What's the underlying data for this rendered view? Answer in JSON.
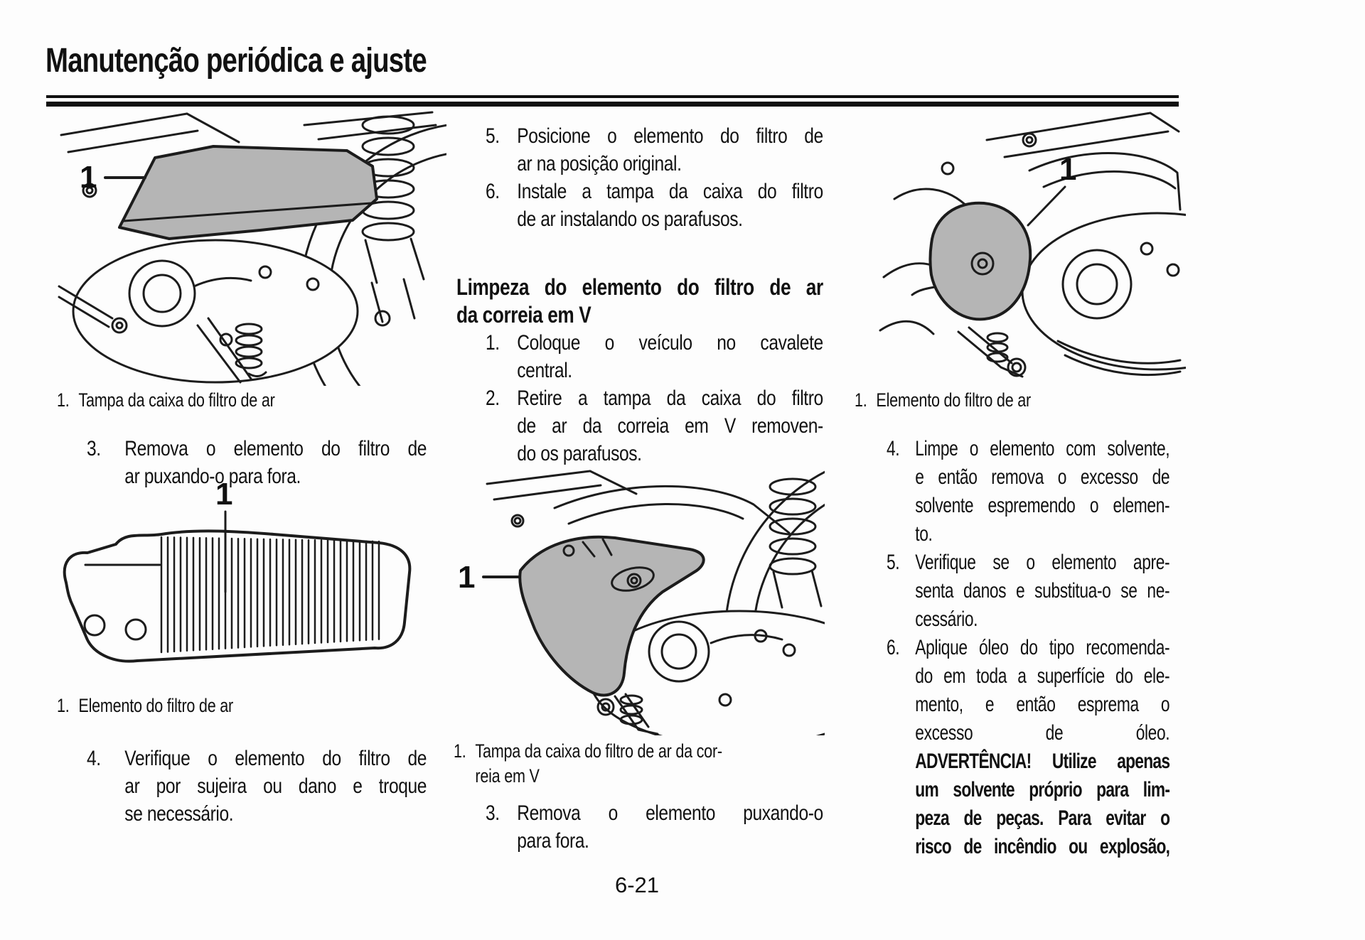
{
  "page": {
    "title": "Manutenção periódica e ajuste",
    "page_number": "6-21"
  },
  "left": {
    "fig1_label": "1",
    "fig1_caption_num": "1.",
    "fig1_caption": "Tampa da caixa do filtro de ar",
    "step3": {
      "num": "3.",
      "lines": [
        "Remova o elemento do filtro de",
        "ar puxando-o para fora."
      ]
    },
    "fig2_label": "1",
    "fig2_caption_num": "1.",
    "fig2_caption": "Elemento do filtro de ar",
    "step4": {
      "num": "4.",
      "lines": [
        "Verifique o elemento do filtro de",
        "ar por sujeira ou dano e troque",
        "se necessário."
      ]
    }
  },
  "middle": {
    "step5": {
      "num": "5.",
      "lines": [
        "Posicione o elemento do filtro de",
        "ar na posição original."
      ]
    },
    "step6": {
      "num": "6.",
      "lines": [
        "Instale a tampa da caixa do filtro",
        "de ar instalando os parafusos."
      ]
    },
    "heading_lines": [
      "Limpeza do elemento do filtro de ar",
      "da correia em V"
    ],
    "step1": {
      "num": "1.",
      "lines": [
        "Coloque o veículo no cavalete",
        "central."
      ]
    },
    "step2": {
      "num": "2.",
      "lines": [
        "Retire a tampa da caixa do filtro",
        "de ar da correia em V removen-",
        "do os parafusos."
      ]
    },
    "fig3_label": "1",
    "fig3_caption_num": "1.",
    "fig3_caption_lines": [
      "Tampa da caixa do filtro de ar da cor-",
      "reia em V"
    ],
    "step3": {
      "num": "3.",
      "lines": [
        "Remova o elemento puxando-o",
        "para fora."
      ]
    }
  },
  "right": {
    "fig4_label": "1",
    "fig4_caption_num": "1.",
    "fig4_caption": "Elemento do filtro de ar",
    "step4": {
      "num": "4.",
      "lines": [
        "Limpe o elemento com solvente,",
        "e então remova o excesso de",
        "solvente espremendo o elemen-",
        "to."
      ]
    },
    "step5": {
      "num": "5.",
      "lines": [
        "Verifique se o elemento apre-",
        "senta danos e substitua-o se ne-",
        "cessário."
      ]
    },
    "step6": {
      "num": "6.",
      "justify_all": true,
      "lines": [
        "Aplique óleo do tipo recomenda-",
        "do em toda a superfície do ele-",
        "mento, e então esprema o",
        "excesso de óleo."
      ],
      "bold_lines": [
        "ADVERTÊNCIA! Utilize apenas",
        "um solvente próprio para lim-",
        "peza de peças. Para evitar o",
        "risco de incêndio ou explosão,"
      ]
    }
  },
  "colors": {
    "ink": "#101010",
    "shaded_part": "#b5b5b5",
    "paper": "#fdfdfd"
  }
}
